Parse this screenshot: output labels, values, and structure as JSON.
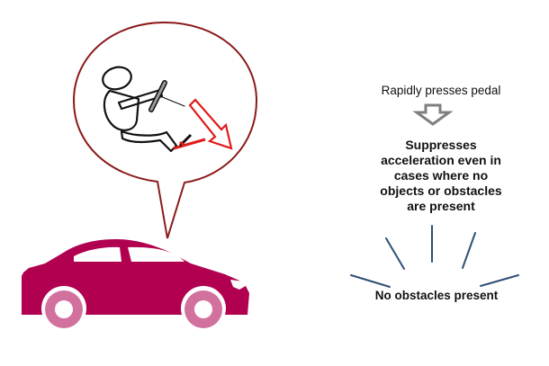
{
  "diagram": {
    "left_panel": {
      "speech_bubble": {
        "icon": "driver-pressing-pedal",
        "border_color": "#8b1a1a"
      },
      "pedal_arrow": {
        "icon": "down-right-arrow",
        "color": "#e01b1b"
      },
      "car": {
        "icon": "sedan-car",
        "body_color": "#b0004f",
        "wheel_color": "#d2709e"
      }
    },
    "right_panel": {
      "trigger_text": "Rapidly presses pedal",
      "flow_arrow": {
        "icon": "down-arrow",
        "color": "#7f7f7f"
      },
      "result_text": "Suppresses acceleration even in cases where no objects or obstacles are present",
      "result_lines": [
        "Suppresses",
        "acceleration even in",
        "cases where no",
        "objects or obstacles",
        "are present"
      ],
      "rays": {
        "icon": "radiating-lines",
        "color": "#2e4f75",
        "count": 5
      },
      "status_text": "No obstacles present"
    }
  }
}
